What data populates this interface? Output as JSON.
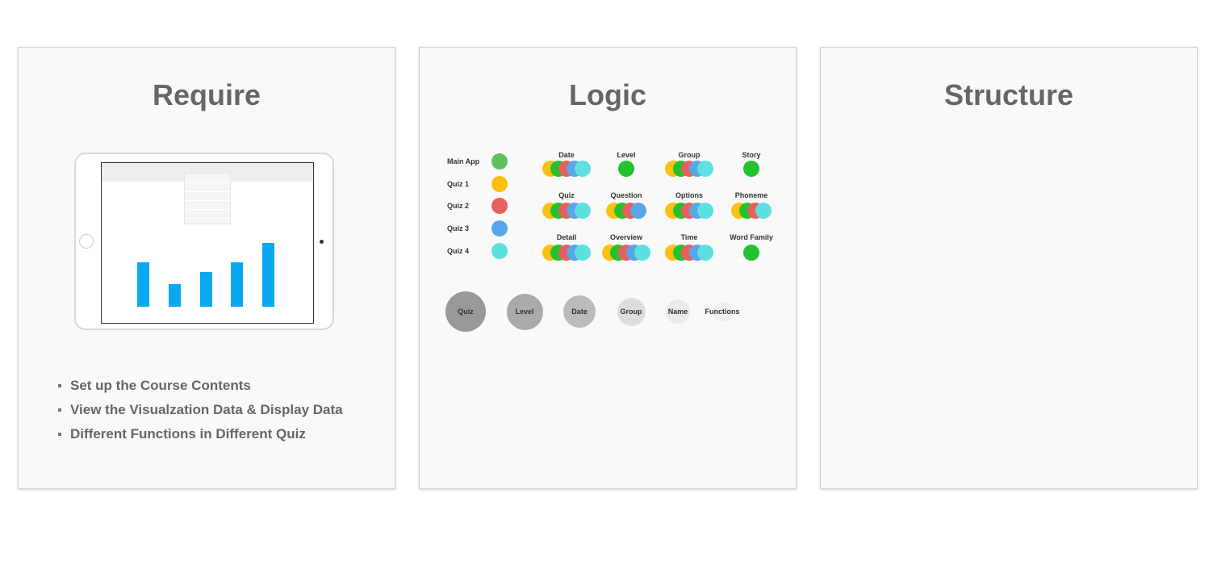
{
  "colors": {
    "main_app": "#5cc15c",
    "quiz1": "#fcc010",
    "quiz2": "#e8605d",
    "quiz3": "#5aa5e8",
    "quiz4": "#5ce0e0",
    "green_solid": "#22c32f",
    "bar": "#0aa8f0"
  },
  "require": {
    "title": "Require",
    "chart_values": [
      55,
      28,
      43,
      55,
      79
    ],
    "bullets": [
      "Set up the Course Contents",
      "View the Visualzation Data & Display Data",
      "Different Functions in Different Quiz"
    ]
  },
  "logic": {
    "title": "Logic",
    "legend": [
      {
        "label": "Main App",
        "color": "#5cc15c"
      },
      {
        "label": "Quiz 1",
        "color": "#fcc010"
      },
      {
        "label": "Quiz 2",
        "color": "#e8605d"
      },
      {
        "label": "Quiz 3",
        "color": "#5aa5e8"
      },
      {
        "label": "Quiz 4",
        "color": "#5ce0e0"
      }
    ],
    "dimensions": [
      {
        "label": "Date",
        "dots": [
          "quiz1",
          "green",
          "quiz2",
          "quiz3",
          "quiz4"
        ]
      },
      {
        "label": "Level",
        "dots": [
          "green"
        ]
      },
      {
        "label": "Group",
        "dots": [
          "quiz1",
          "green",
          "quiz2",
          "quiz3",
          "quiz4"
        ]
      },
      {
        "label": "Story",
        "dots": [
          "green"
        ]
      },
      {
        "label": "Quiz",
        "dots": [
          "quiz1",
          "green",
          "quiz2",
          "quiz3",
          "quiz4"
        ]
      },
      {
        "label": "Question",
        "dots": [
          "quiz1",
          "green",
          "quiz2",
          "quiz3"
        ]
      },
      {
        "label": "Options",
        "dots": [
          "quiz1",
          "green",
          "quiz2",
          "quiz3",
          "quiz4"
        ]
      },
      {
        "label": "Phoneme",
        "dots": [
          "quiz1",
          "green",
          "quiz2",
          "quiz4"
        ]
      },
      {
        "label": "Detail",
        "dots": [
          "quiz1",
          "green",
          "quiz2",
          "quiz3",
          "quiz4"
        ]
      },
      {
        "label": "Overview",
        "dots": [
          "quiz1",
          "green",
          "quiz2",
          "quiz3",
          "quiz4"
        ]
      },
      {
        "label": "Time",
        "dots": [
          "quiz1",
          "green",
          "quiz2",
          "quiz3",
          "quiz4"
        ]
      },
      {
        "label": "Word Family",
        "dots": [
          "green"
        ]
      }
    ],
    "importance": [
      {
        "label": "Quiz",
        "color": "#999999"
      },
      {
        "label": "Level",
        "color": "#aaaaaa"
      },
      {
        "label": "Date",
        "color": "#bbbbbb"
      },
      {
        "label": "Group",
        "color": "#dddddd"
      },
      {
        "label": "Name",
        "color": "#eaeaea"
      },
      {
        "label": "Functions",
        "color": "#f0f0f0"
      }
    ]
  },
  "structure": {
    "title": "Structure"
  }
}
